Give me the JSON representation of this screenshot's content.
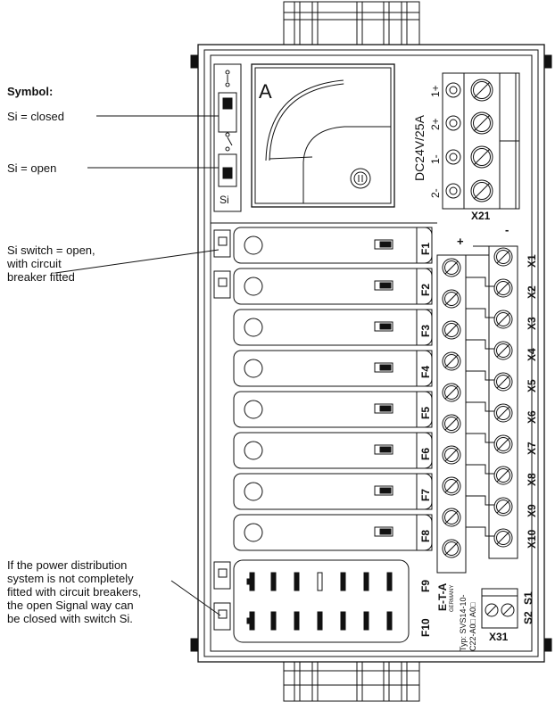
{
  "annotations": {
    "symbol_heading": "Symbol:",
    "si_closed": "Si = closed",
    "si_open": "Si = open",
    "si_switch_note": [
      "Si switch = open,",
      "with circuit",
      "breaker fitted"
    ],
    "bottom_note": [
      "If the power distribution",
      "system is not completely",
      "fitted with circuit breakers,",
      "the open Signal way can",
      "be closed with switch Si."
    ]
  },
  "device": {
    "meter_letter": "A",
    "voltage_rating": "DC24V/25A",
    "si_label": "Si",
    "x21_label": "X21",
    "x21_terminals": [
      "1+",
      "2+",
      "1-",
      "2-"
    ],
    "plus_sign": "+",
    "minus_sign": "-",
    "fuses": [
      "F1",
      "F2",
      "F3",
      "F4",
      "F5",
      "F6",
      "F7",
      "F8",
      "F9",
      "F10"
    ],
    "outputs": [
      "X1",
      "X2",
      "X3",
      "X4",
      "X5",
      "X6",
      "X7",
      "X8",
      "X9",
      "X10"
    ],
    "brand": "E-T-A",
    "country": "GERMANY",
    "type_line1": "Typ: SVS14-10-",
    "type_line2": "C22-A0□ A0□",
    "x31_label": "X31",
    "s2_label": "S2",
    "s1_label": "S1"
  }
}
